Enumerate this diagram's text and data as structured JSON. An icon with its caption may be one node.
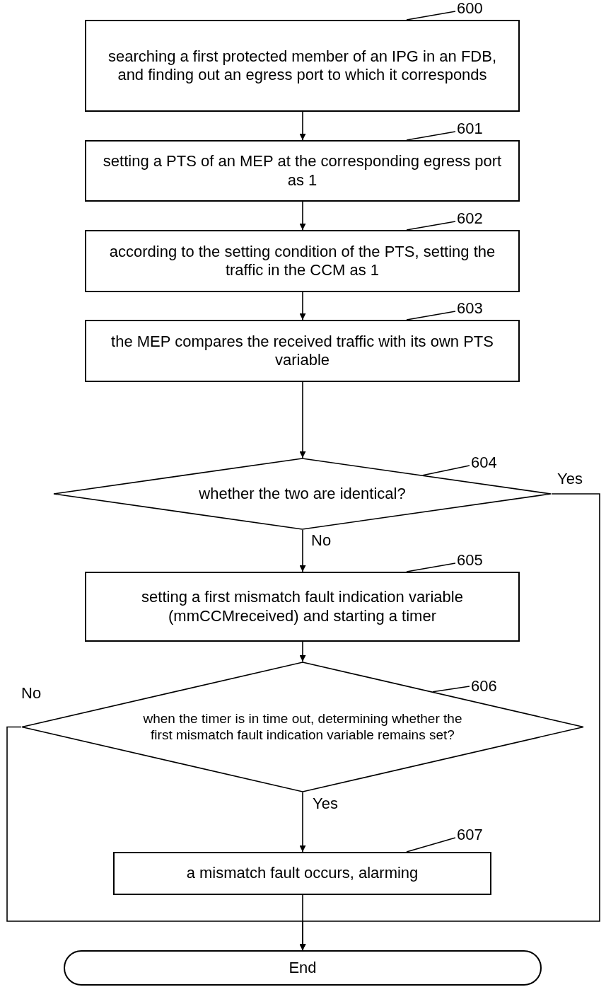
{
  "diagram": {
    "nodes": [
      {
        "text": [
          "searching a first protected member of an IPG in an FDB, and finding out an egress port to which it corresponds"
        ]
      },
      {
        "text": [
          "setting a PTS of an MEP at the corresponding egress port as 1"
        ]
      },
      {
        "text": [
          "according to the setting condition of the PTS, setting the traffic in the CCM as 1"
        ]
      },
      {
        "text": [
          "the MEP compares the received traffic with its own PTS variable"
        ]
      },
      {
        "text": [
          "whether the two are identical?"
        ]
      },
      {
        "text": [
          "setting a first mismatch fault indication variable (mmCCMreceived) and starting a timer"
        ]
      },
      {
        "text": [
          "when the timer is in time out, determining whether the first mismatch fault indication variable remains set?"
        ]
      },
      {
        "text": [
          "a mismatch fault occurs, alarming"
        ]
      },
      {
        "text": [
          "End"
        ]
      },
      {
        "text": [
          "600"
        ]
      },
      {
        "text": [
          "601"
        ]
      },
      {
        "text": [
          "602"
        ]
      },
      {
        "text": [
          "603"
        ]
      },
      {
        "text": [
          "604"
        ]
      },
      {
        "text": [
          "605"
        ]
      },
      {
        "text": [
          "606"
        ]
      },
      {
        "text": [
          "607"
        ]
      }
    ],
    "edges": [
      {
        "from": 0,
        "to": 1,
        "arrow": "to"
      },
      {
        "from": 1,
        "to": 2,
        "arrow": "to"
      },
      {
        "from": 2,
        "to": 3,
        "arrow": "to"
      },
      {
        "from": 3,
        "to": 4,
        "arrow": "to"
      },
      {
        "from": 4,
        "to": 5,
        "arrow": "to",
        "label": "No"
      },
      {
        "from": 5,
        "to": 6,
        "arrow": "to"
      },
      {
        "from": 6,
        "to": 7,
        "arrow": "to",
        "label": "Yes"
      },
      {
        "from": 7,
        "to": 8,
        "arrow": "to"
      },
      {
        "from": 4,
        "to": 8,
        "arrow": "to",
        "label": "Yes"
      },
      {
        "from": 6,
        "to": 8,
        "arrow": "to",
        "label": "No"
      },
      {
        "from": 9,
        "to": 0,
        "arrow": "none"
      },
      {
        "from": 10,
        "to": 1,
        "arrow": "none"
      },
      {
        "from": 11,
        "to": 2,
        "arrow": "none"
      },
      {
        "from": 12,
        "to": 3,
        "arrow": "none"
      },
      {
        "from": 13,
        "to": 4,
        "arrow": "none"
      },
      {
        "from": 14,
        "to": 5,
        "arrow": "none"
      },
      {
        "from": 15,
        "to": 6,
        "arrow": "none"
      },
      {
        "from": 16,
        "to": 7,
        "arrow": "none"
      }
    ]
  }
}
